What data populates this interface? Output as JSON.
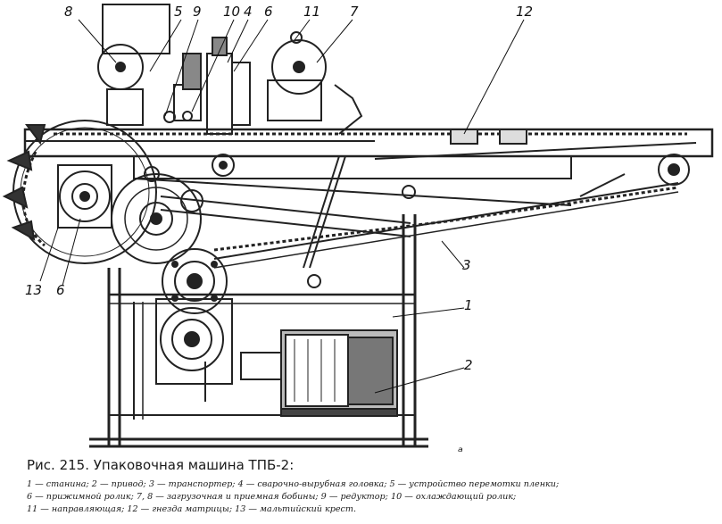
{
  "figure": {
    "callouts": [
      {
        "id": "c8",
        "text": "8"
      },
      {
        "id": "c5",
        "text": "5"
      },
      {
        "id": "c9",
        "text": "9"
      },
      {
        "id": "c10",
        "text": "10"
      },
      {
        "id": "c4",
        "text": "4"
      },
      {
        "id": "c6top",
        "text": "6"
      },
      {
        "id": "c11",
        "text": "11"
      },
      {
        "id": "c7",
        "text": "7"
      },
      {
        "id": "c12",
        "text": "12"
      },
      {
        "id": "c13",
        "text": "13"
      },
      {
        "id": "c6left",
        "text": "6"
      },
      {
        "id": "c3",
        "text": "3"
      },
      {
        "id": "c1",
        "text": "1"
      },
      {
        "id": "c2",
        "text": "2"
      }
    ],
    "stray_mark": "ᵃ"
  },
  "caption": {
    "title": "Рис. 215. Упаковочная машина ТПБ-2:",
    "legend_line1": "1 — станина; 2 — привод; 3 — транспортер; 4 — сварочно-вырубная головка; 5 — устройство перемотки пленки;",
    "legend_line2": "6 — прижимной ролик; 7, 8 — загрузочная и приемная бобины; 9 — редуктор; 10 — охлаждающий ролик;",
    "legend_line3": "11 — направляющая; 12 — гнезда матрицы; 13 — мальтийский крест."
  }
}
